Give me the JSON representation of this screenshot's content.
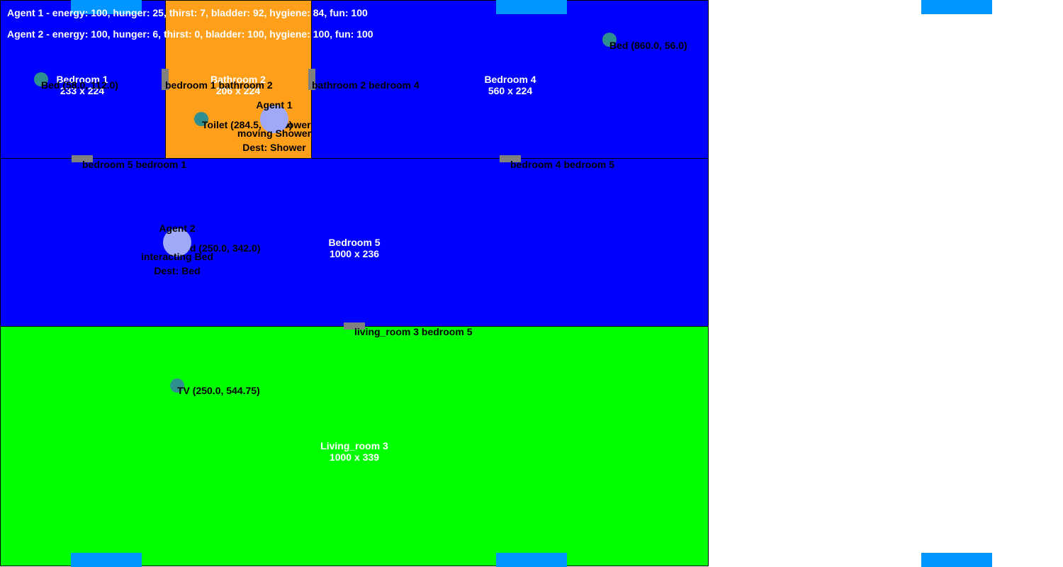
{
  "colors": {
    "bedroom": "#0000ff",
    "bathroom": "#ff9f1a",
    "living_room": "#00ff00",
    "door": "#808080",
    "window": "#0096ff",
    "object": "#2f8f8f",
    "agent": "#a0a8f8",
    "background": "#ffffff"
  },
  "rooms": {
    "bedroom1": {
      "name": "Bedroom 1",
      "size": "233 x 224"
    },
    "bathroom2": {
      "name": "Bathroom 2",
      "size": "206 x 224"
    },
    "bedroom4": {
      "name": "Bedroom 4",
      "size": "560 x 224"
    },
    "bedroom5": {
      "name": "Bedroom 5",
      "size": "1000 x 236"
    },
    "living_room3": {
      "name": "Living_room 3",
      "size": "1000 x 339"
    }
  },
  "doors": {
    "bedroom1_bathroom2": "bedroom 1 bathroom 2",
    "bathroom2_bedroom4": "bathroom 2 bedroom 4",
    "bedroom5_bedroom1": "bedroom 5 bedroom 1",
    "bedroom4_bedroom5": "bedroom 4 bedroom 5",
    "living_room3_bedroom5": "living_room 3 bedroom 5"
  },
  "objects": {
    "bed_bedroom1": "Bed (58.0, 112.0)",
    "toilet": "Toilet (284.5, 168.0)",
    "shower": "Shower",
    "bed_bedroom4": "Bed (860.0, 56.0)",
    "bed_bedroom5": "Bed (250.0, 342.0)",
    "tv": "TV (250.0, 544.75)"
  },
  "agents": {
    "agent1": {
      "name": "Agent 1",
      "action": "moving Shower",
      "dest": "Dest: Shower"
    },
    "agent2": {
      "name": "Agent 2",
      "action": "interacting Bed",
      "dest": "Dest: Bed"
    }
  },
  "status": {
    "agent1": "Agent 1 - energy: 100, hunger: 25, thirst: 7, bladder: 92, hygiene: 84, fun: 100",
    "agent2": "Agent 2 - energy: 100, hunger: 6, thirst: 0, bladder: 100, hygiene: 100, fun: 100"
  }
}
